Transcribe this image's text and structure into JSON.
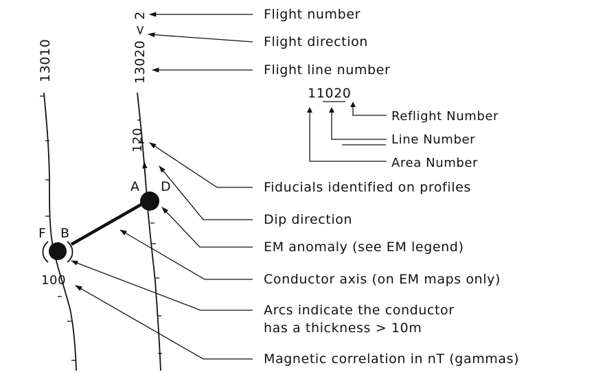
{
  "legend": {
    "flight_number": "Flight number",
    "flight_direction": "Flight direction",
    "flight_line_number": "Flight line number",
    "line_code": "11020",
    "reflight_number": "Reflight Number",
    "line_number": "Line Number",
    "area_number": "Area Number",
    "fiducials": "Fiducials identified on profiles",
    "dip_direction": "Dip direction",
    "em_anomaly": "EM anomaly (see EM legend)",
    "conductor_axis": "Conductor axis (on EM maps only)",
    "arcs_line1": "Arcs indicate the conductor",
    "arcs_line2": "has a thickness > 10m",
    "magnetic": "Magnetic correlation in nT (gammas)"
  },
  "diagram": {
    "left_line_label": "13010",
    "right_line_label": "13020 < 2",
    "fiducial_120": "120",
    "fiducial_100": "100",
    "label_A": "A",
    "label_D": "D",
    "label_F": "F",
    "label_B": "B"
  }
}
